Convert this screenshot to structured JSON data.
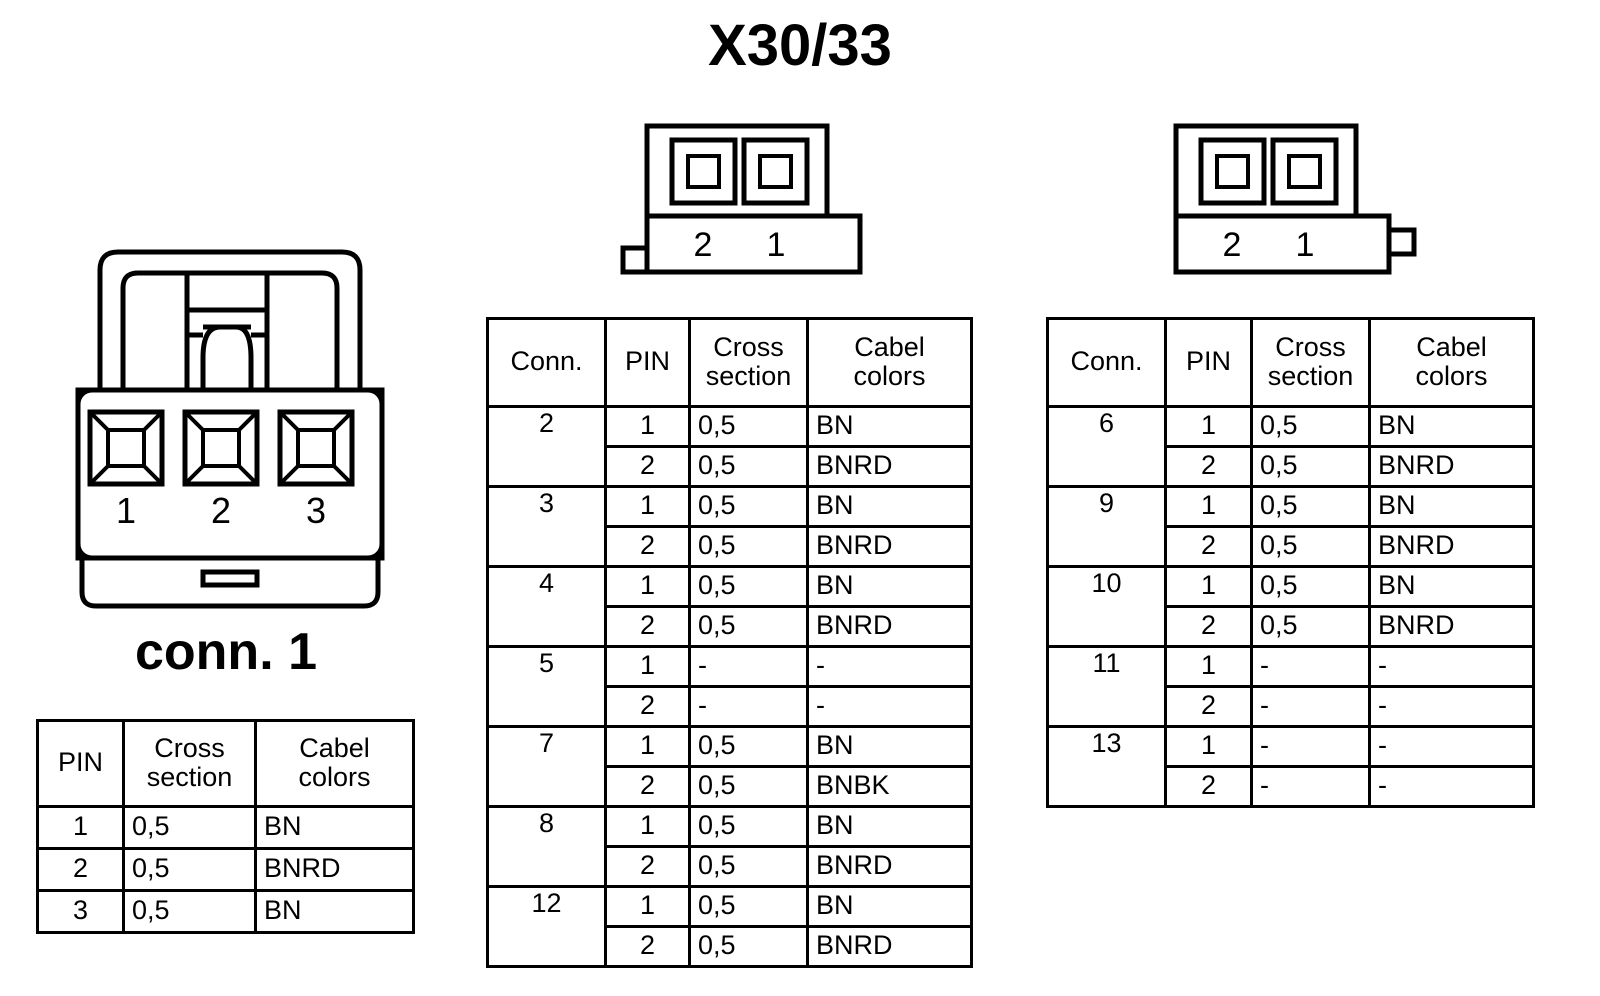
{
  "title": "X30/33",
  "left_connector": {
    "label": "conn. 1",
    "pin_labels": [
      "1",
      "2",
      "3"
    ],
    "icon": "3-pin-connector-face"
  },
  "middle_connector": {
    "pin_labels": [
      "2",
      "1"
    ],
    "icon": "2-pin-connector-face-left-tab"
  },
  "right_connector": {
    "pin_labels": [
      "2",
      "1"
    ],
    "icon": "2-pin-connector-face-right-tab"
  },
  "left_table": {
    "headers": [
      "PIN",
      "Cross section",
      "Cabel colors"
    ],
    "header_lines": [
      [
        "PIN",
        ""
      ],
      [
        "Cross",
        "section"
      ],
      [
        "Cabel",
        "colors"
      ]
    ],
    "rows": [
      {
        "pin": "1",
        "cross_section": "0,5",
        "cabel_colors": "BN"
      },
      {
        "pin": "2",
        "cross_section": "0,5",
        "cabel_colors": "BNRD"
      },
      {
        "pin": "3",
        "cross_section": "0,5",
        "cabel_colors": "BN"
      }
    ]
  },
  "middle_table": {
    "headers": [
      "Conn.",
      "PIN",
      "Cross section",
      "Cabel colors"
    ],
    "header_lines": [
      [
        "Conn.",
        ""
      ],
      [
        "PIN",
        ""
      ],
      [
        "Cross",
        "section"
      ],
      [
        "Cabel",
        "colors"
      ]
    ],
    "groups": [
      {
        "conn": "2",
        "rows": [
          {
            "pin": "1",
            "cross_section": "0,5",
            "cabel_colors": "BN"
          },
          {
            "pin": "2",
            "cross_section": "0,5",
            "cabel_colors": "BNRD"
          }
        ]
      },
      {
        "conn": "3",
        "rows": [
          {
            "pin": "1",
            "cross_section": "0,5",
            "cabel_colors": "BN"
          },
          {
            "pin": "2",
            "cross_section": "0,5",
            "cabel_colors": "BNRD"
          }
        ]
      },
      {
        "conn": "4",
        "rows": [
          {
            "pin": "1",
            "cross_section": "0,5",
            "cabel_colors": "BN"
          },
          {
            "pin": "2",
            "cross_section": "0,5",
            "cabel_colors": "BNRD"
          }
        ]
      },
      {
        "conn": "5",
        "rows": [
          {
            "pin": "1",
            "cross_section": "-",
            "cabel_colors": "-"
          },
          {
            "pin": "2",
            "cross_section": "-",
            "cabel_colors": "-"
          }
        ]
      },
      {
        "conn": "7",
        "rows": [
          {
            "pin": "1",
            "cross_section": "0,5",
            "cabel_colors": "BN"
          },
          {
            "pin": "2",
            "cross_section": "0,5",
            "cabel_colors": "BNBK"
          }
        ]
      },
      {
        "conn": "8",
        "rows": [
          {
            "pin": "1",
            "cross_section": "0,5",
            "cabel_colors": "BN"
          },
          {
            "pin": "2",
            "cross_section": "0,5",
            "cabel_colors": "BNRD"
          }
        ]
      },
      {
        "conn": "12",
        "rows": [
          {
            "pin": "1",
            "cross_section": "0,5",
            "cabel_colors": "BN"
          },
          {
            "pin": "2",
            "cross_section": "0,5",
            "cabel_colors": "BNRD"
          }
        ]
      }
    ]
  },
  "right_table": {
    "headers": [
      "Conn.",
      "PIN",
      "Cross section",
      "Cabel colors"
    ],
    "header_lines": [
      [
        "Conn.",
        ""
      ],
      [
        "PIN",
        ""
      ],
      [
        "Cross",
        "section"
      ],
      [
        "Cabel",
        "colors"
      ]
    ],
    "groups": [
      {
        "conn": "6",
        "rows": [
          {
            "pin": "1",
            "cross_section": "0,5",
            "cabel_colors": "BN"
          },
          {
            "pin": "2",
            "cross_section": "0,5",
            "cabel_colors": "BNRD"
          }
        ]
      },
      {
        "conn": "9",
        "rows": [
          {
            "pin": "1",
            "cross_section": "0,5",
            "cabel_colors": "BN"
          },
          {
            "pin": "2",
            "cross_section": "0,5",
            "cabel_colors": "BNRD"
          }
        ]
      },
      {
        "conn": "10",
        "rows": [
          {
            "pin": "1",
            "cross_section": "0,5",
            "cabel_colors": "BN"
          },
          {
            "pin": "2",
            "cross_section": "0,5",
            "cabel_colors": "BNRD"
          }
        ]
      },
      {
        "conn": "11",
        "rows": [
          {
            "pin": "1",
            "cross_section": "-",
            "cabel_colors": "-"
          },
          {
            "pin": "2",
            "cross_section": "-",
            "cabel_colors": "-"
          }
        ]
      },
      {
        "conn": "13",
        "rows": [
          {
            "pin": "1",
            "cross_section": "-",
            "cabel_colors": "-"
          },
          {
            "pin": "2",
            "cross_section": "-",
            "cabel_colors": "-"
          }
        ]
      }
    ]
  },
  "colors": {
    "ink": "#000000",
    "paper": "#ffffff"
  }
}
